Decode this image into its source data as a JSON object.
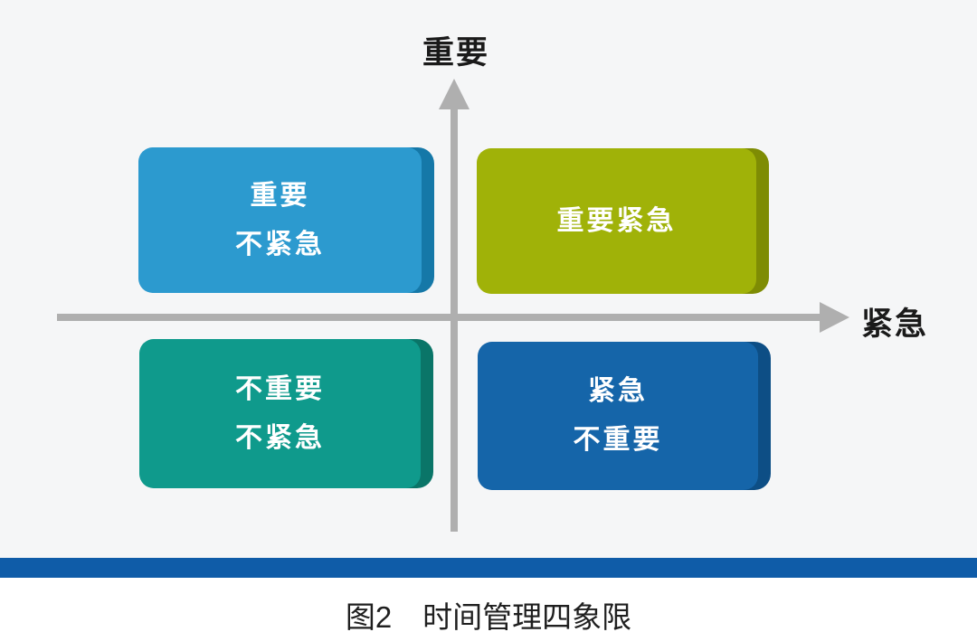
{
  "background_color": "#F5F6F7",
  "axes": {
    "y_label": "重要",
    "x_label": "紧急",
    "line_color": "#AFAFAF"
  },
  "quadrants": [
    {
      "id": "important-not-urgent",
      "position": "top-left",
      "lines": [
        "重要",
        "不紧急"
      ],
      "face_color": "#2C9ACF",
      "edge_color": "#1578A8"
    },
    {
      "id": "important-urgent",
      "position": "top-right",
      "lines": [
        "重要紧急"
      ],
      "face_color": "#A0B208",
      "edge_color": "#7E8C04"
    },
    {
      "id": "not-important-not-urgent",
      "position": "bottom-left",
      "lines": [
        "不重要",
        "不紧急"
      ],
      "face_color": "#0F9A8C",
      "edge_color": "#0A7568"
    },
    {
      "id": "urgent-not-important",
      "position": "bottom-right",
      "lines": [
        "紧急",
        "不重要"
      ],
      "face_color": "#1565A9",
      "edge_color": "#0D4E85"
    }
  ],
  "divider_bar": {
    "color": "#0F5CA8"
  },
  "caption": {
    "fig_label": "图2",
    "title": "时间管理四象限"
  },
  "text_color_on_boxes": "#FFFFFF"
}
